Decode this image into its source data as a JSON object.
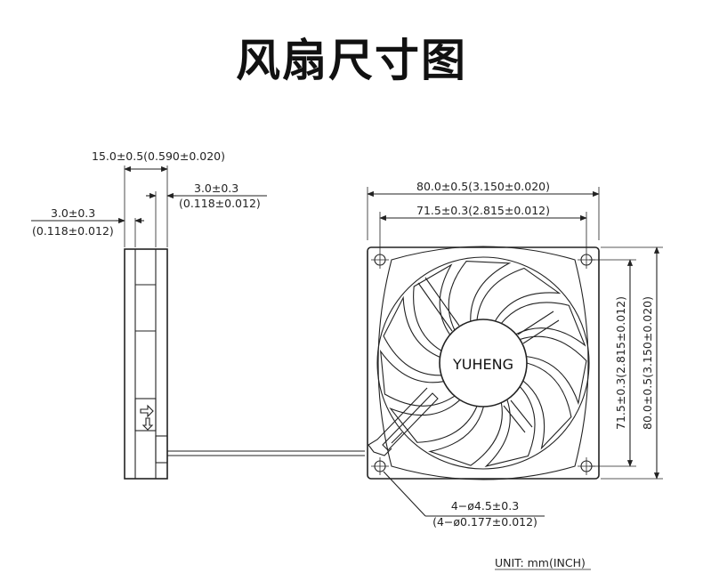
{
  "title": "风扇尺寸图",
  "side_view": {
    "depth_label": "15.0±0.5(0.590±0.020)",
    "right_flange_mm": "3.0±0.3",
    "right_flange_in": "(0.118±0.012)",
    "left_flange_mm": "3.0±0.3",
    "left_flange_in": "(0.118±0.012)"
  },
  "front_view": {
    "outer_width": "80.0±0.5(3.150±0.020)",
    "hole_spacing_width": "71.5±0.3(2.815±0.012)",
    "hole_spacing_height": "71.5±0.3(2.815±0.012)",
    "outer_height": "80.0±0.5(3.150±0.020)",
    "brand": "YUHENG",
    "hole_mm": "4−ø4.5±0.3",
    "hole_in": "(4−ø0.177±0.012)"
  },
  "unit_note": "UNIT:  mm(INCH)",
  "colors": {
    "ink": "#222222",
    "background": "#ffffff"
  }
}
